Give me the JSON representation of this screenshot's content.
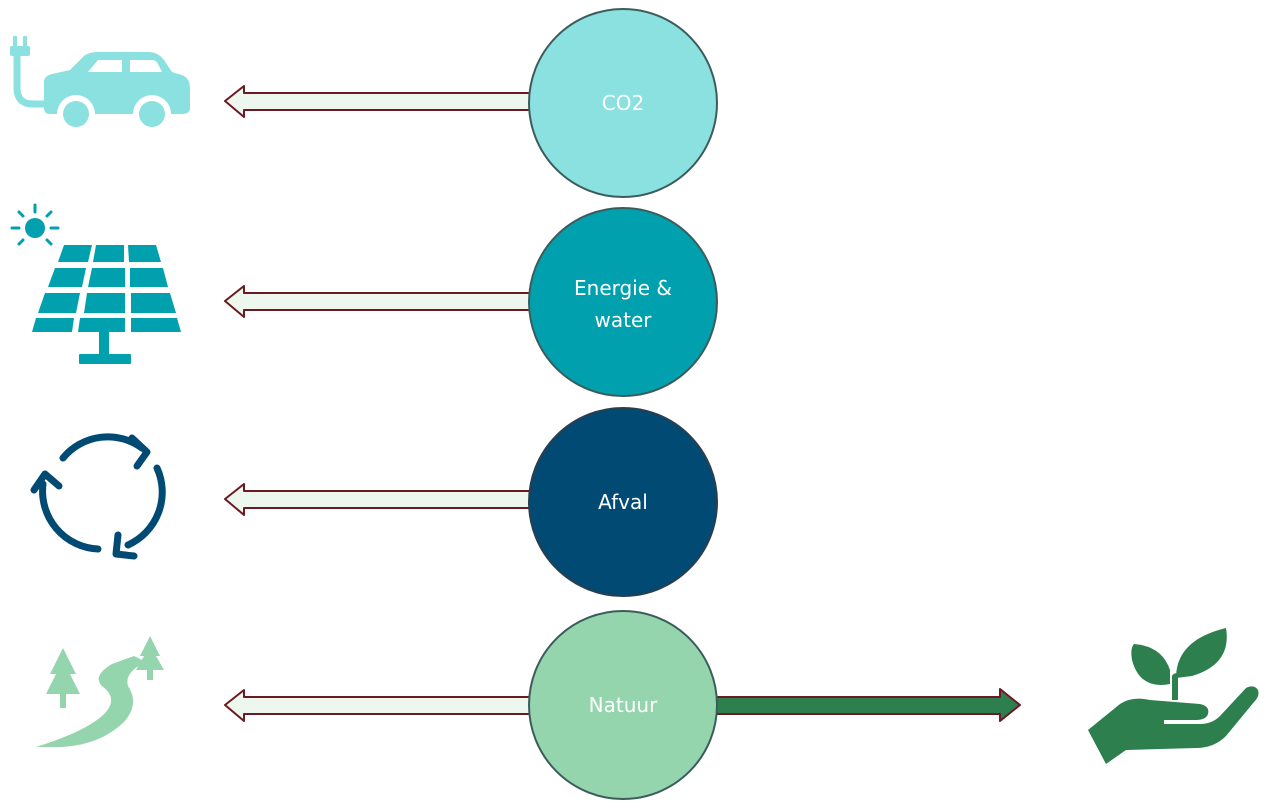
{
  "colors": {
    "co2": "#8be0e0",
    "energie": "#00a0ae",
    "afval": "#004a74",
    "natuur": "#95d5ae",
    "natuur_right": "#2e7f4e",
    "arrow_fill": "#eef7ee",
    "arrow_stroke": "#6b1a22",
    "circle_stroke": "#3c5c5c"
  },
  "rows": [
    {
      "id": "co2",
      "label_lines": [
        "CO2"
      ],
      "icon": "electric-car-icon",
      "label_color": "#ffffff"
    },
    {
      "id": "energie",
      "label_lines": [
        "Energie &",
        "water"
      ],
      "icon": "solar-panel-icon",
      "label_color": "#ffffff"
    },
    {
      "id": "afval",
      "label_lines": [
        "Afval"
      ],
      "icon": "recycle-icon",
      "label_color": "#ffffff"
    },
    {
      "id": "natuur",
      "label_lines": [
        "Natuur"
      ],
      "icon": "landscape-road-icon",
      "right_icon": "plant-in-hand-icon",
      "label_color": "#ffffff"
    }
  ]
}
